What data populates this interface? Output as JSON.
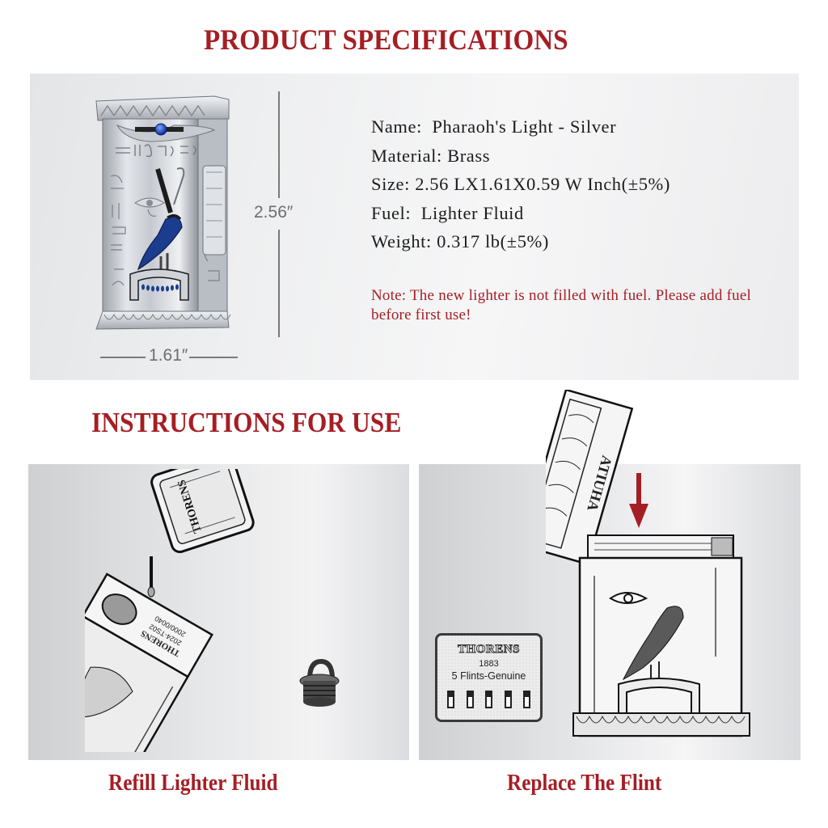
{
  "headings": {
    "product_specifications": "PRODUCT SPECIFICATIONS",
    "instructions_for_use": "INSTRUCTIONS FOR USE"
  },
  "product": {
    "image": "silver-pharaoh-lighter-photo",
    "dimensions": {
      "height_label": "2.56″",
      "width_label": "1.61″"
    },
    "specs": [
      {
        "label": "Name:",
        "value": "Pharaoh's Light - Silver",
        "text": "Name:  Pharaoh's Light - Silver"
      },
      {
        "label": "Material:",
        "value": "Brass",
        "text": "Material: Brass"
      },
      {
        "label": "Size:",
        "value": "2.56 LX1.61X0.59 W Inch(±5%)",
        "text": "Size: 2.56 LX1.61X0.59 W Inch(±5%)"
      },
      {
        "label": "Fuel:",
        "value": "Lighter Fluid",
        "text": "Fuel:  Lighter Fluid"
      },
      {
        "label": "Weight:",
        "value": "0.317 lb(±5%)",
        "text": "Weight: 0.317 lb(±5%)"
      }
    ],
    "note": "Note: The new lighter is not filled with fuel. Please add fuel before first use!"
  },
  "instructions": [
    {
      "caption": "Refill Lighter Fluid",
      "illustration": "lighter-refill-sketch",
      "fuel_can_brand": "THORENS",
      "lighter_engraving": [
        "THORENS",
        "2024-TS02",
        "2000/0040"
      ],
      "icon": "fuel-cap-screw"
    },
    {
      "caption": "Replace The Flint",
      "illustration": "lighter-flint-sketch",
      "flint_pack": {
        "brand": "THORENS",
        "year": "1883",
        "description": "5 Flints-Genuine",
        "flint_count": 5
      },
      "indicator": "red-down-arrow"
    }
  ],
  "colors": {
    "accent_red": "#a51e24",
    "spec_text": "#1c1c1c",
    "dimension_gray": "#6e6e6e",
    "panel_gray": "#e4e5e7",
    "enamel_blue": "#1e3a8a"
  }
}
